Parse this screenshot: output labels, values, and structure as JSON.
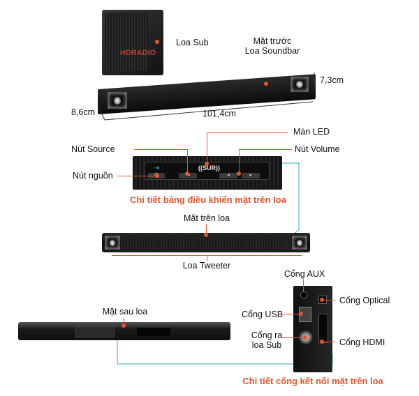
{
  "labels": {
    "sub": "Loa Sub",
    "front": "Mặt trước\nLoa Soundbar",
    "height": "7,3cm",
    "depth": "8,6cm",
    "width": "101,4cm",
    "led": "Màn LED",
    "source": "Nút Source",
    "volume": "Nút Volume",
    "power": "Nút nguồn",
    "panel_title": "Chi tiết bảng điều khiển mặt trên loa",
    "top": "Mặt trên loa",
    "tweeter": "Loa Tweeter",
    "aux": "Cổng AUX",
    "usb": "Cổng USB",
    "optical": "Cổng Optical",
    "sub_out": "Cổng ra\nloa Sub",
    "hdmi": "Cổng HDMI",
    "rear": "Mặt sau loa",
    "ports_title": "Chi tiết cổng kết nối mặt trên loa"
  },
  "panel": {
    "led_text": "((SUR))"
  },
  "logo": {
    "text": "HDRADIO"
  },
  "colors": {
    "accent": "#e4572e",
    "connector": "#2fa8c8"
  }
}
